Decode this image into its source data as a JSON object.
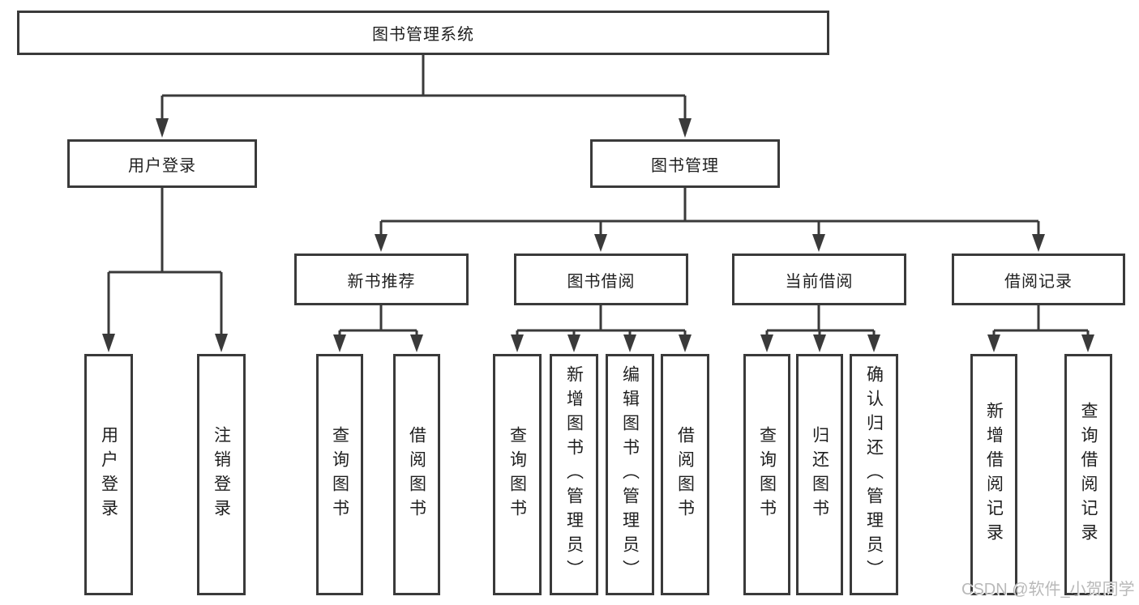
{
  "diagram_title": "图书管理系统",
  "nodes": {
    "root": "图书管理系统",
    "level2": {
      "user_login": "用户登录",
      "book_mgmt": "图书管理"
    },
    "level3": {
      "new_book_rec": "新书推荐",
      "book_borrowing": "图书借阅",
      "current_borrowing": "当前借阅",
      "borrowing_records": "借阅记录"
    },
    "leaves": {
      "user_login": [
        "用户登录",
        "注销登录"
      ],
      "new_book_rec": [
        "查询图书",
        "借阅图书"
      ],
      "book_borrowing": [
        "查询图书",
        "新增图书（管理员）",
        "编辑图书（管理员）",
        "借阅图书"
      ],
      "current_borrowing": [
        "查询图书",
        "归还图书",
        "确认归还（管理员）"
      ],
      "borrowing_records": [
        "新增借阅记录",
        "查询借阅记录"
      ]
    }
  },
  "watermark": "CSDN @软件_小贺同学",
  "colors": {
    "line": "#3a3a3a",
    "box_border": "#3a3a3a",
    "box_background": "#ffffff",
    "text": "#1f1f1f",
    "watermark": "#b9b9b9",
    "background": "#ffffff"
  }
}
